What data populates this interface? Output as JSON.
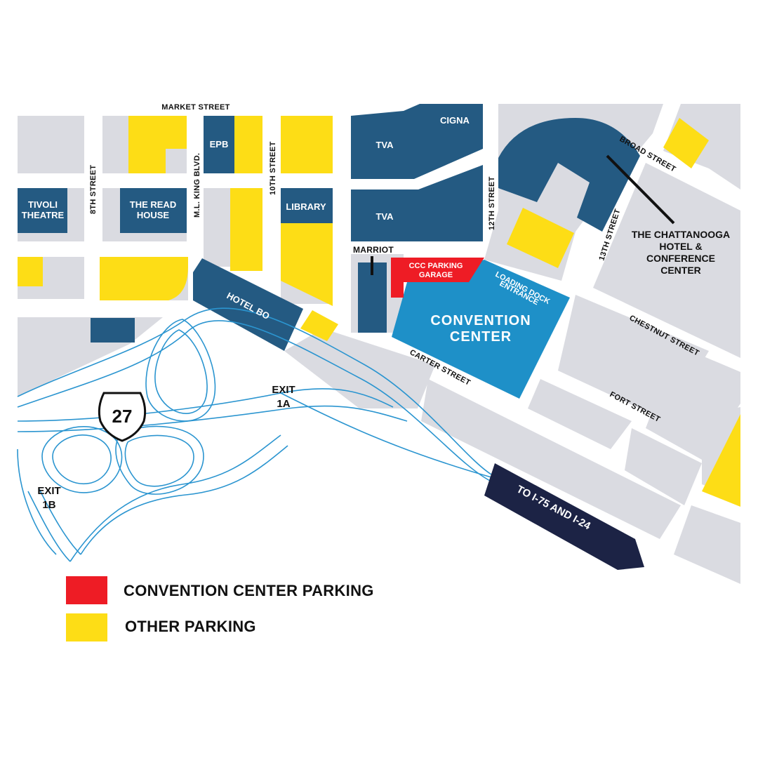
{
  "colors": {
    "block": "#dadbe1",
    "building": "#245a82",
    "convention": "#1e90c8",
    "ccc_parking": "#ee1c25",
    "other_parking": "#fddd16",
    "road_line": "#2b95d0",
    "arrow": "#1c2345"
  },
  "streets": {
    "market": "MARKET STREET",
    "eighth": "8TH STREET",
    "mlk": "M.L. KING BLVD.",
    "tenth": "10TH STREET",
    "twelfth": "12TH STREET",
    "thirteenth": "13TH STREET",
    "broad": "BROAD STREET",
    "chestnut": "CHESTNUT STREET",
    "carter": "CARTER STREET",
    "fort": "FORT STREET"
  },
  "buildings": {
    "tivoli_1": "TIVOLI",
    "tivoli_2": "THEATRE",
    "readhouse_1": "THE READ",
    "readhouse_2": "HOUSE",
    "epb": "EPB",
    "library": "LIBRARY",
    "tva_1": "TVA",
    "tva_2": "TVA",
    "cigna": "CIGNA",
    "marriott": "MARRIOT",
    "hotel_bo": "HOTEL BO",
    "ccc_garage_1": "CCC PARKING",
    "ccc_garage_2": "GARAGE",
    "loading_1": "LOADING DOCK",
    "loading_2": "ENTRANCE",
    "convention_1": "CONVENTION",
    "convention_2": "CENTER",
    "chatt_1": "THE CHATTANOOGA",
    "chatt_2": "HOTEL &",
    "chatt_3": "CONFERENCE",
    "chatt_4": "CENTER"
  },
  "highway": {
    "shield": "27",
    "exit_1a_1": "EXIT",
    "exit_1a_2": "1A",
    "exit_1b_1": "EXIT",
    "exit_1b_2": "1B",
    "arrow_label": "TO I-75 AND I-24"
  },
  "legend": {
    "convention_parking": "CONVENTION CENTER PARKING",
    "other_parking": "OTHER PARKING"
  }
}
